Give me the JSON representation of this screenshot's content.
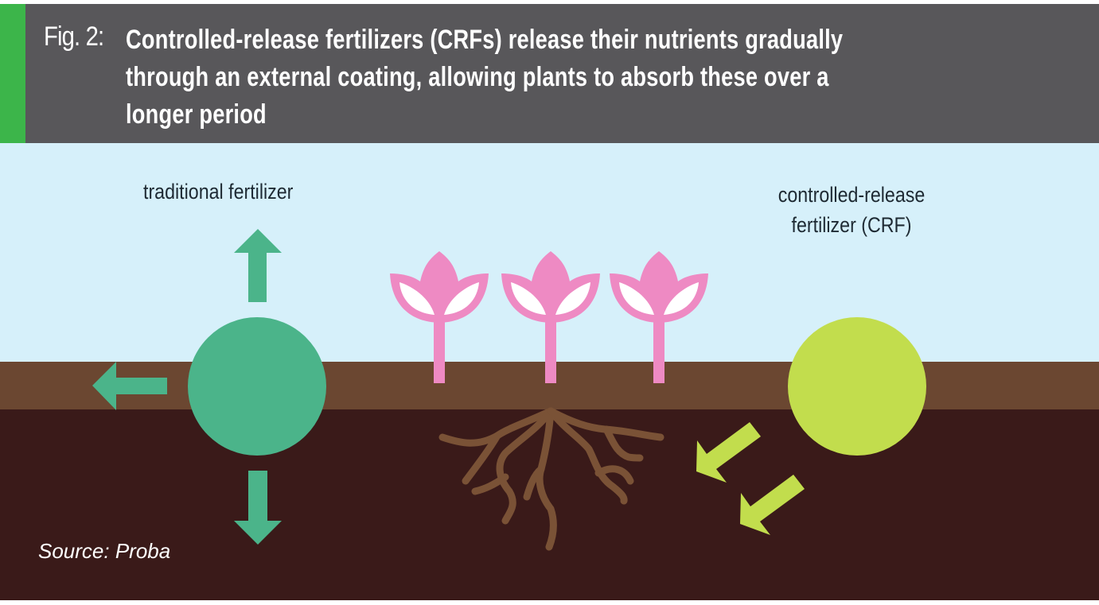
{
  "header": {
    "figure_label": "Fig. 2:",
    "title": "Controlled-release fertilizers (CRFs) release their nutrients gradually through an external coating, allowing plants to absorb these over a longer period",
    "title_lines": [
      "Controlled-release fertilizers (CRFs) release their nutrients gradually",
      "through an external coating, allowing plants to absorb these over a",
      "longer period"
    ]
  },
  "diagram": {
    "traditional": {
      "label": "traditional fertilizer",
      "arrow_directions": [
        "up",
        "left",
        "down"
      ]
    },
    "controlled_release": {
      "label_lines": [
        "controlled-release",
        "fertilizer (CRF)"
      ],
      "arrow_directions": [
        "down-left",
        "down-left"
      ]
    },
    "plants": {
      "count": 3,
      "icon": "flower-sprout-icon"
    },
    "roots": {
      "icon": "root-system-icon"
    }
  },
  "source": "Source: Proba",
  "colors": {
    "header_bg": "#58575a",
    "accent": "#3cb54a",
    "sky": "#d6f0fa",
    "topsoil": "#6b4731",
    "deep_soil": "#3a1a19",
    "traditional_fertilizer": "#4bb48a",
    "crf": "#c2dd4d",
    "plant": "#ee8ac3",
    "roots": "#7a5236"
  }
}
